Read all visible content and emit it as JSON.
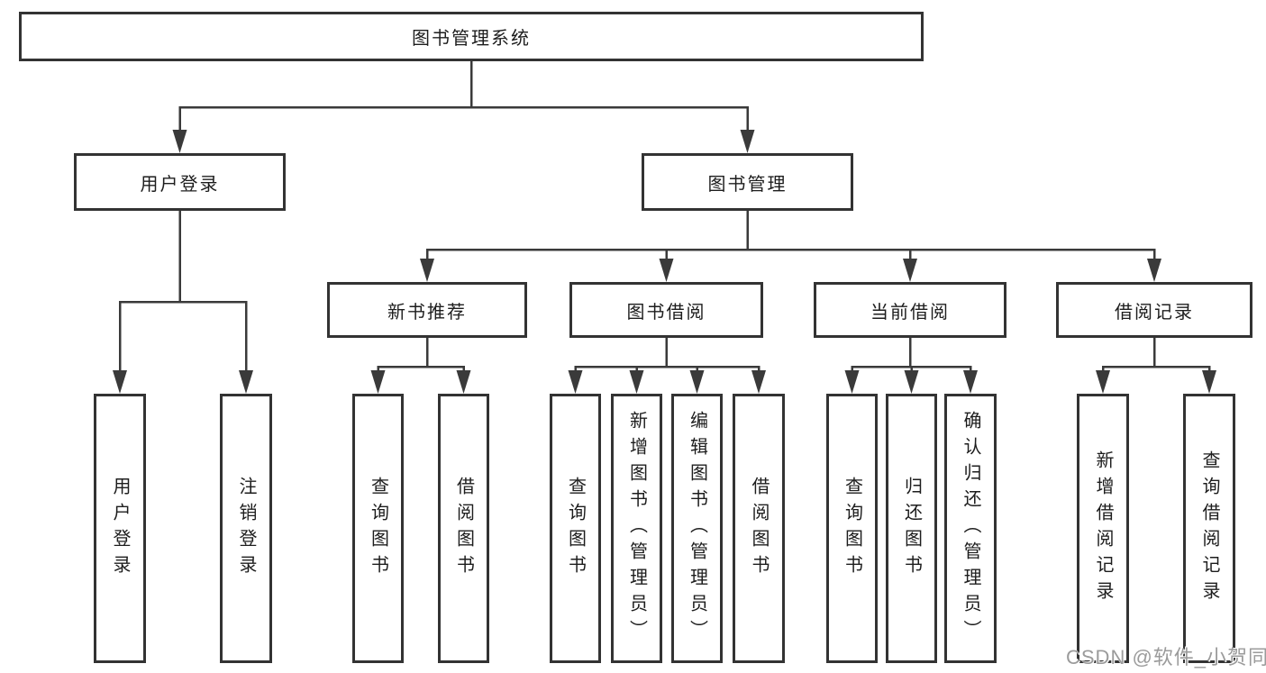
{
  "diagram": {
    "root": {
      "label": "图书管理系统"
    },
    "branches": [
      {
        "label": "用户登录",
        "children": [
          {
            "label": "用户登录"
          },
          {
            "label": "注销登录"
          }
        ]
      },
      {
        "label": "图书管理",
        "children": [
          {
            "label": "新书推荐",
            "children": [
              {
                "label": "查询图书"
              },
              {
                "label": "借阅图书"
              }
            ]
          },
          {
            "label": "图书借阅",
            "children": [
              {
                "label": "查询图书"
              },
              {
                "label": "新增图书（管理员）"
              },
              {
                "label": "编辑图书（管理员）"
              },
              {
                "label": "借阅图书"
              }
            ]
          },
          {
            "label": "当前借阅",
            "children": [
              {
                "label": "查询图书"
              },
              {
                "label": "归还图书"
              },
              {
                "label": "确认归还（管理员）"
              }
            ]
          },
          {
            "label": "借阅记录",
            "children": [
              {
                "label": "新增借阅记录"
              },
              {
                "label": "查询借阅记录"
              }
            ]
          }
        ]
      }
    ],
    "colors": {
      "line": "#3a3a3a",
      "box_border": "#333333",
      "text": "#1d1d1d",
      "background": "#ffffff",
      "watermark": "#9b9b9b"
    }
  },
  "watermark": {
    "text": "CSDN @软件_小贺同学"
  }
}
